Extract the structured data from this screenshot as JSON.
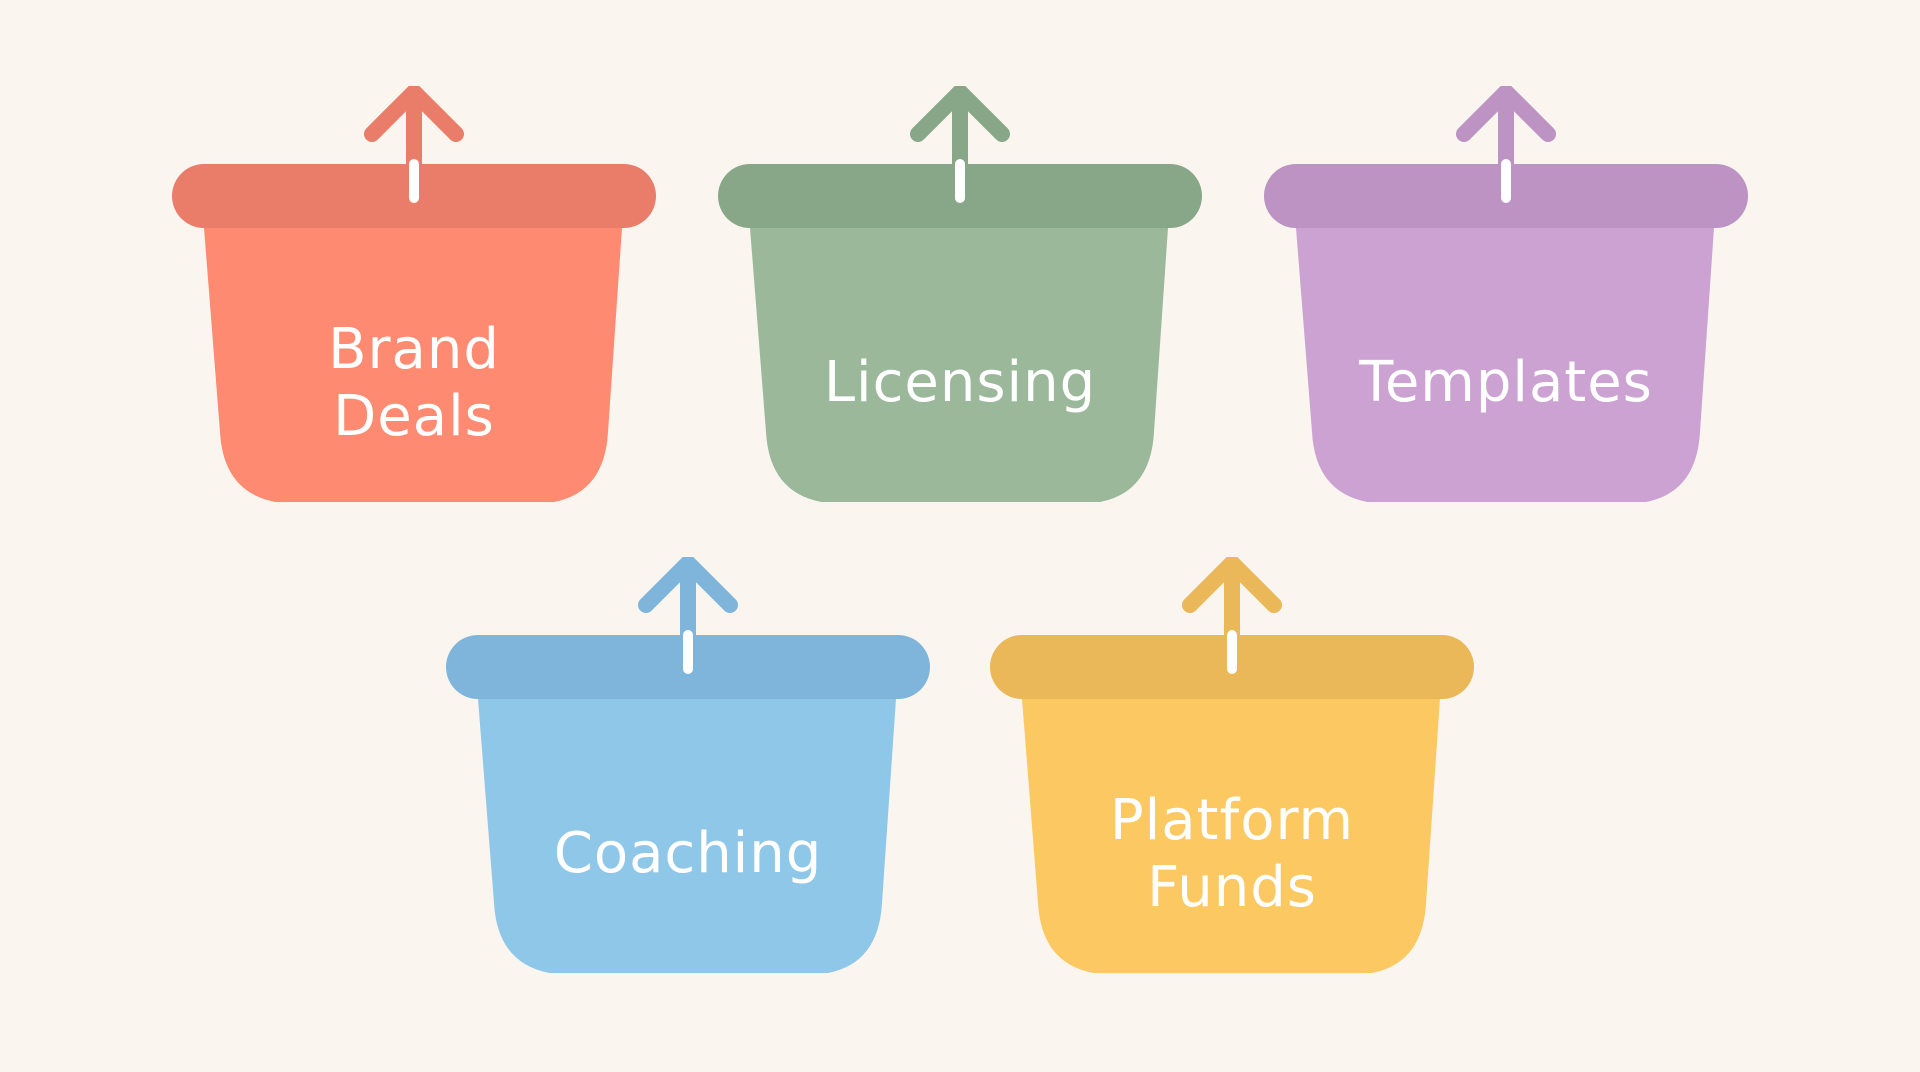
{
  "buckets": [
    {
      "id": "brand-deals",
      "label_lines": [
        "Brand",
        "Deals"
      ],
      "body_color": "#fe8a72",
      "rim_color": "#ea7d69"
    },
    {
      "id": "licensing",
      "label_lines": [
        "Licensing"
      ],
      "body_color": "#9bb89a",
      "rim_color": "#88a688"
    },
    {
      "id": "templates",
      "label_lines": [
        "Templates"
      ],
      "body_color": "#cca2d3",
      "rim_color": "#bc93c2"
    },
    {
      "id": "coaching",
      "label_lines": [
        "Coaching"
      ],
      "body_color": "#8fc7e8",
      "rim_color": "#7fb5db"
    },
    {
      "id": "platform-funds",
      "label_lines": [
        "Platform",
        "Funds"
      ],
      "body_color": "#fbc862",
      "rim_color": "#eab759"
    }
  ]
}
